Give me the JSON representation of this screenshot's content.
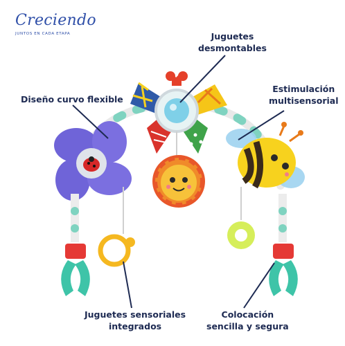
{
  "brand": {
    "name": "Creciendo",
    "tagline": "JUNTOS EN CADA ETAPA"
  },
  "callouts": {
    "detachable_toys": [
      "Juguetes",
      "desmontables"
    ],
    "flexible_curve": [
      "Diseño curvo flexible"
    ],
    "multisensory": [
      "Estimulación",
      "multisensorial"
    ],
    "sensory_toys": [
      "Juguetes sensoriales",
      "integrados"
    ],
    "easy_mount": [
      "Colocación",
      "sencilla y segura"
    ]
  },
  "colors": {
    "brand_blue": "#2f4fa8",
    "callout_text": "#1d2a52",
    "leader_line": "#1d2a52"
  }
}
